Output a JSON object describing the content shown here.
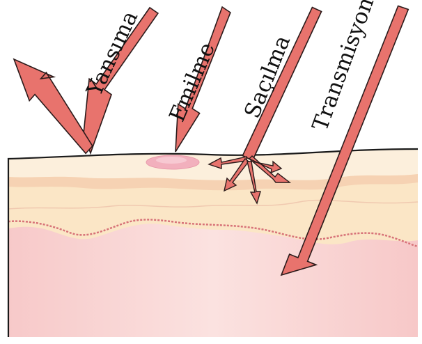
{
  "labels": {
    "reflection": "Yansıma",
    "absorption": "Emilme",
    "scattering": "Saçılma",
    "transmission": "Transmisyon"
  },
  "colors": {
    "arrow_fill": "#e8736d",
    "arrow_stroke": "#2a1a1a",
    "epidermis_top": "#fbe7cf",
    "epidermis_band": "#f6d2b3",
    "epidermis_lower": "#fbe6c6",
    "dermis": "#f8cfcf",
    "dotted_line": "#d77278",
    "absorption_blob": "#f0a9b6",
    "outline": "#1a1a1a"
  }
}
